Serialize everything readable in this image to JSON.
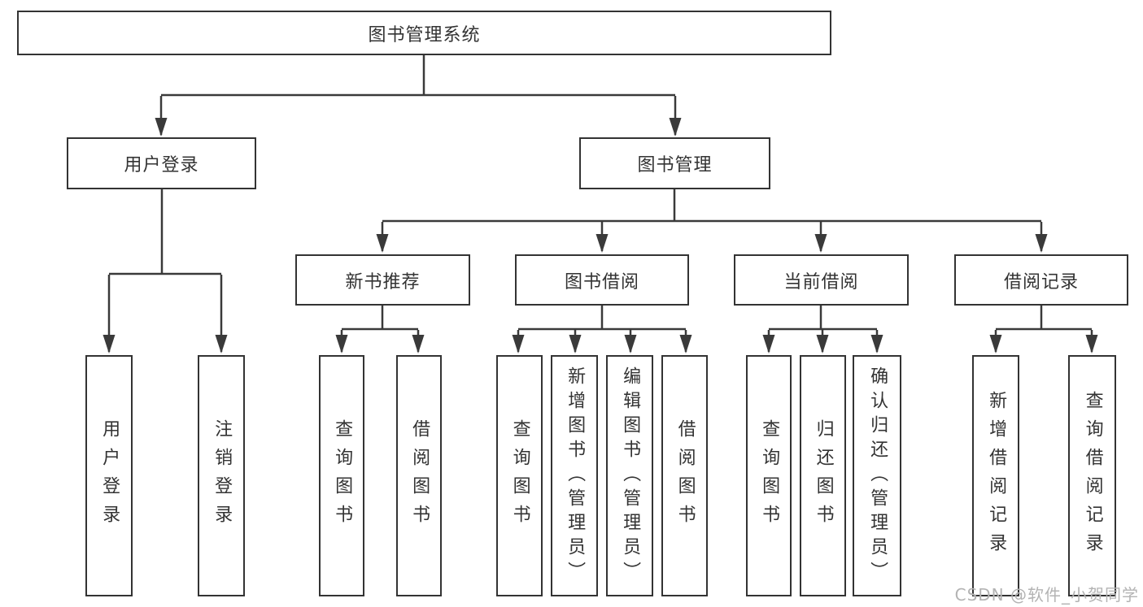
{
  "tree": {
    "label": "图书管理系统",
    "children": [
      {
        "label": "用户登录",
        "children": [
          {
            "label": "用户登录"
          },
          {
            "label": "注销登录"
          }
        ]
      },
      {
        "label": "图书管理",
        "children": [
          {
            "label": "新书推荐",
            "children": [
              {
                "label": "查询图书"
              },
              {
                "label": "借阅图书"
              }
            ]
          },
          {
            "label": "图书借阅",
            "children": [
              {
                "label": "查询图书"
              },
              {
                "label": "新增图书（管理员）"
              },
              {
                "label": "编辑图书（管理员）"
              },
              {
                "label": "借阅图书"
              }
            ]
          },
          {
            "label": "当前借阅",
            "children": [
              {
                "label": "查询图书"
              },
              {
                "label": "归还图书"
              },
              {
                "label": "确认归还（管理员）"
              }
            ]
          },
          {
            "label": "借阅记录",
            "children": [
              {
                "label": "新增借阅记录"
              },
              {
                "label": "查询借阅记录"
              }
            ]
          }
        ]
      }
    ]
  },
  "watermark": {
    "text": "CSDN @软件_小贺同学"
  },
  "colors": {
    "line": "#3a3a3a",
    "border": "#333333",
    "text": "#333333",
    "watermark": "#b3b3b3",
    "background": "#ffffff"
  }
}
